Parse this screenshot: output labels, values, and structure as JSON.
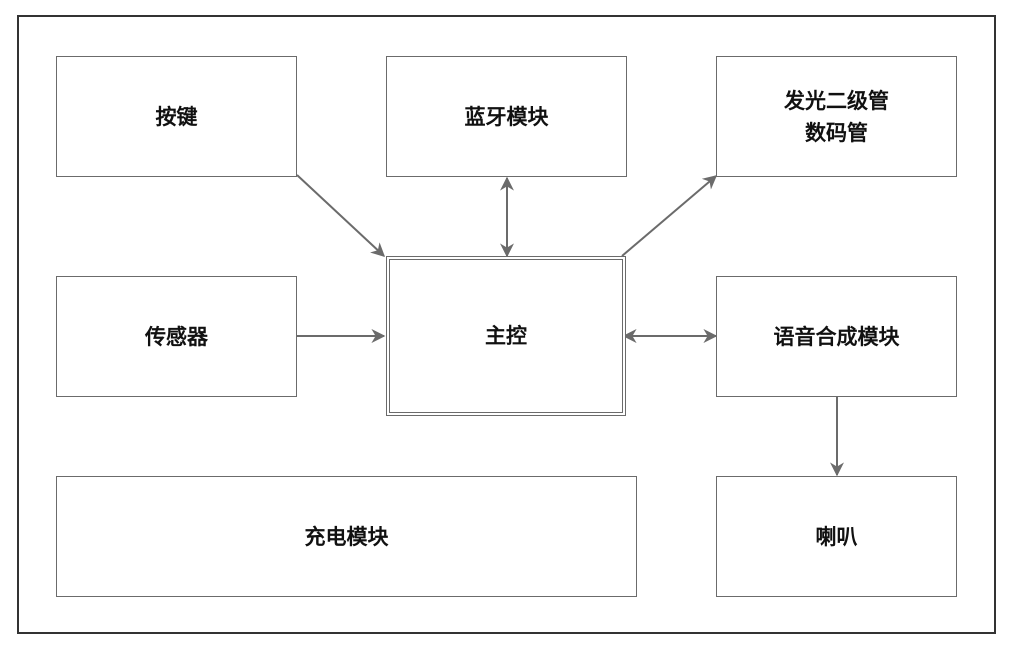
{
  "diagram": {
    "nodes": {
      "key": "按键",
      "bluetooth": "蓝牙模块",
      "led": "发光二级管\n数码管",
      "sensor": "传感器",
      "main": "主控",
      "voice": "语音合成模块",
      "charge": "充电模块",
      "speaker": "喇叭"
    },
    "edges": [
      {
        "from": "key",
        "to": "main",
        "direction": "forward"
      },
      {
        "from": "bluetooth",
        "to": "main",
        "direction": "both"
      },
      {
        "from": "main",
        "to": "led",
        "direction": "forward"
      },
      {
        "from": "sensor",
        "to": "main",
        "direction": "forward"
      },
      {
        "from": "main",
        "to": "voice",
        "direction": "both"
      },
      {
        "from": "voice",
        "to": "speaker",
        "direction": "forward"
      }
    ]
  }
}
